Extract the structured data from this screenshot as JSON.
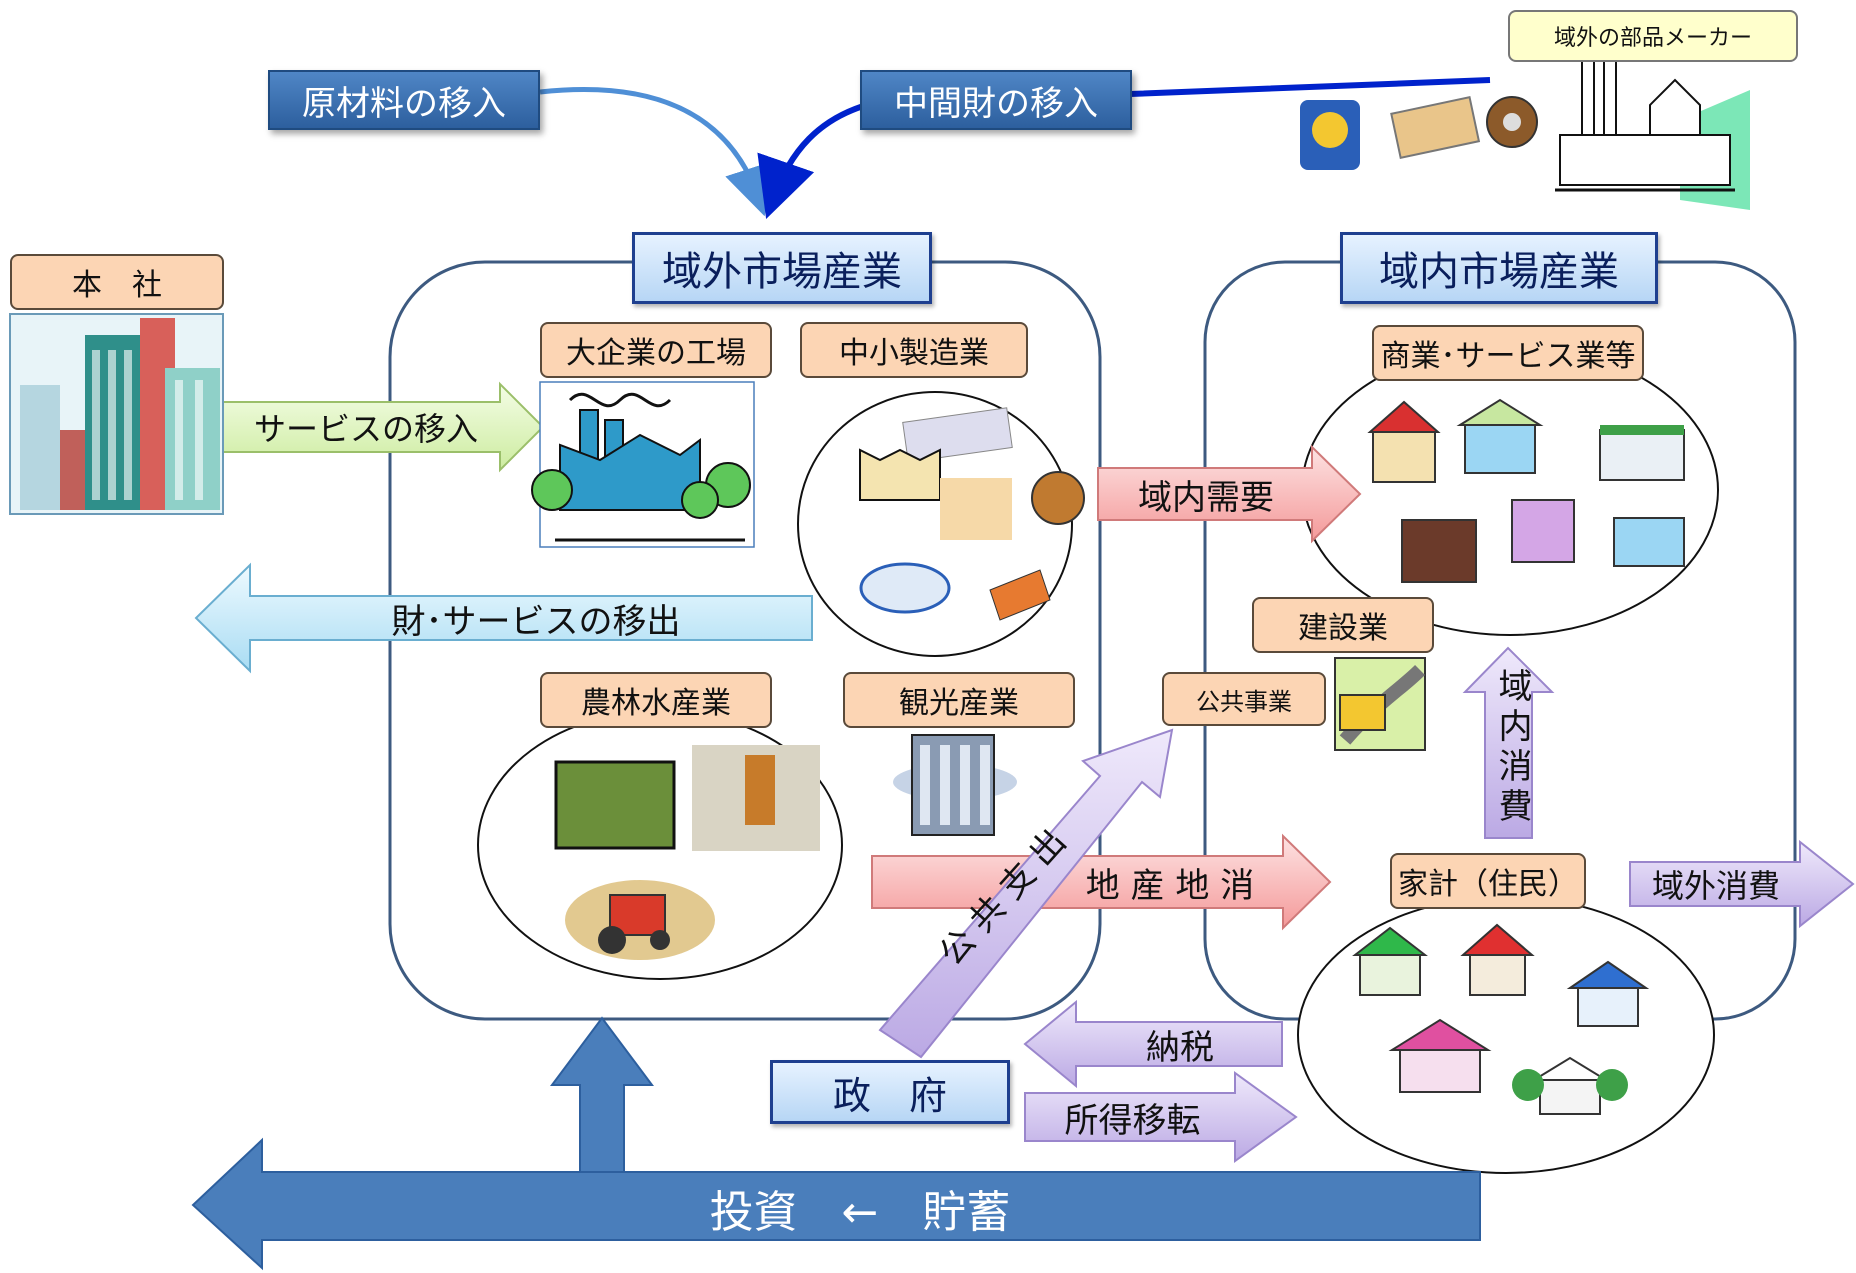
{
  "labels": {
    "raw_material_inflow": "原材料の移入",
    "intermediate_inflow": "中間財の移入",
    "parts_maker": "域外の部品メーカー",
    "external_market_industry": "域外市場産業",
    "internal_market_industry": "域内市場産業",
    "head_office": "本　社",
    "service_inflow": "サービスの移入",
    "large_factory": "大企業の工場",
    "sme_manufacturing": "中小製造業",
    "internal_demand": "域内需要",
    "commerce_services": "商業･サービス業等",
    "goods_services_outflow": "財･サービスの移出",
    "construction": "建設業",
    "public_works": "公共事業",
    "agri_forestry_fishery": "農林水産業",
    "tourism": "観光産業",
    "internal_consumption": "域内消費",
    "local_production_consumption": "地 産 地 消",
    "public_expenditure": "公 共 支 出",
    "household": "家計（住民）",
    "external_consumption": "域外消費",
    "tax": "納税",
    "government": "政　府",
    "income_transfer": "所得移転",
    "investment_savings": "投資　←　貯蓄"
  },
  "colors": {
    "label_fill": "#fcd5b4",
    "blue_label": "#3a72b6",
    "scroll_border": "#1e3f8f",
    "region_border": "#3d5a80",
    "pink_arrow": "#f8b8b8",
    "green_arrow": "#e4f7c4",
    "cyan_arrow": "#cdeefa",
    "lavender_arrow": "#d3c6ef",
    "big_arrow": "#4a7ebb"
  },
  "icons": {
    "head_office": "office-buildings-icon",
    "large_factory": "factory-icon",
    "parts_maker": "factory-icon",
    "parts": "electronic-parts-icon",
    "sme": "small-manufacturing-icons",
    "shops": "shop-icons",
    "construction": "road-construction-icon",
    "agriculture": "farming-icons",
    "tourism": "hotel-building-icon",
    "houses": "house-icons"
  }
}
